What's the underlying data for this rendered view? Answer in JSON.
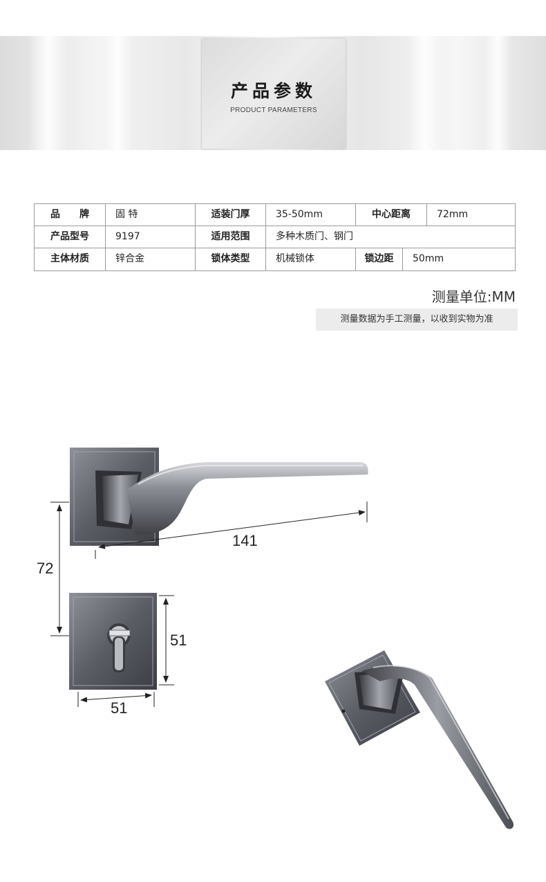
{
  "header": {
    "title": "产品参数",
    "subtitle": "PRODUCT PARAMETERS"
  },
  "spec_table": {
    "rows": [
      [
        {
          "label": "品　　牌",
          "value": "固 特"
        },
        {
          "label": "适装门厚",
          "value": "35-50mm"
        },
        {
          "label": "中心距离",
          "value": "72mm"
        }
      ],
      [
        {
          "label": "产品型号",
          "value": "9197"
        },
        {
          "label": "适用范围",
          "value": "多种木质门、钢门"
        }
      ],
      [
        {
          "label": "主体材质",
          "value": "锌合金"
        },
        {
          "label": "锁体类型",
          "value": "机械锁体"
        },
        {
          "label": "锁边距",
          "value": "50mm"
        }
      ]
    ]
  },
  "measure": {
    "unit": "测量单位:MM",
    "note": "测量数据为手工测量，以收到实物为准"
  },
  "dimensions": {
    "handle_length": "141",
    "center_distance": "72",
    "rose_height": "51",
    "rose_width": "51"
  },
  "colors": {
    "metal_dark": "#4a4c52",
    "metal_mid": "#7b7e86",
    "metal_light": "#c9cbd0",
    "table_border": "#9a9a9a"
  }
}
